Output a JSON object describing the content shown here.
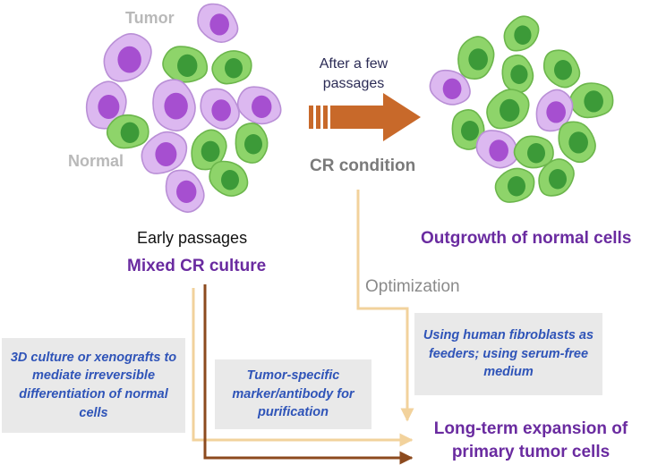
{
  "labels": {
    "tumor": "Tumor",
    "normal": "Normal",
    "arrow_text": "After a few passages",
    "cr_condition": "CR condition",
    "early_passages": "Early passages",
    "mixed_culture": "Mixed CR culture",
    "outgrowth": "Outgrowth of normal cells",
    "optimization": "Optimization",
    "long_term": "Long-term expansion of primary tumor cells"
  },
  "boxes": {
    "three_d": "3D culture or xenografts to mediate irreversible differentiation of normal cells",
    "marker": "Tumor-specific marker/antibody for purification",
    "fibroblasts": "Using human fibroblasts as feeders; using serum-free medium"
  },
  "colors": {
    "tumor_cell_fill": "#dcb8f0",
    "tumor_nucleus": "#a64fd0",
    "normal_cell_fill": "#8ed46a",
    "normal_nucleus": "#3c9a38",
    "big_arrow": "#c8692a",
    "light_line": "#f2d29c",
    "dark_line": "#8c4a1e",
    "purple_text": "#6a2ba0",
    "blue_text": "#2f54b8",
    "box_bg": "#e9e9e9"
  }
}
